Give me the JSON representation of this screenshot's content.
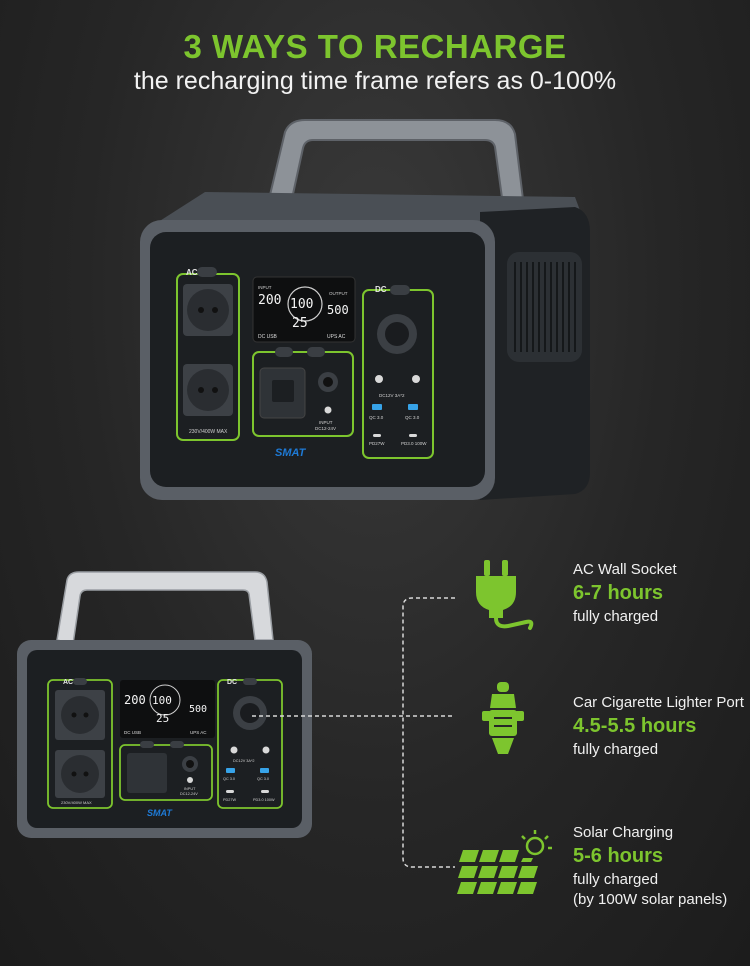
{
  "header": {
    "title": "3 WAYS TO RECHARGE",
    "subtitle": "the recharging time frame refers as 0-100%"
  },
  "device": {
    "ac_label": "AC",
    "dc_label": "DC",
    "ac_spec": "230V/400W MAX",
    "brand": "SMAT",
    "lcd": {
      "input_label": "INPUT",
      "input_value": "200",
      "percent": "100",
      "temp_value": "25",
      "output_label": "OUTPUT",
      "output_value": "500",
      "modes": "DC USB",
      "ups_ac": "UPS AC"
    },
    "dc_output_spec": "DC12V 3A*2",
    "qc_left": "QC 3.0",
    "qc_right": "QC 3.0",
    "pd_left": "PD27W",
    "pd_right": "PD3.0 100W",
    "input_spec_1": "INPUT",
    "input_spec_2": "DC12-24V"
  },
  "methods": [
    {
      "title": "AC Wall Socket",
      "time": "6-7 hours",
      "note": "fully charged",
      "icon": "plug-icon"
    },
    {
      "title": "Car Cigarette Lighter Port",
      "time": "4.5-5.5 hours",
      "note": "fully charged",
      "icon": "car-charger-icon"
    },
    {
      "title": "Solar Charging",
      "time": "5-6 hours",
      "note": "fully charged",
      "note2": "(by 100W solar panels)",
      "icon": "solar-panel-icon"
    }
  ],
  "colors": {
    "accent": "#7dc52e",
    "background": "#262626",
    "device_body": "#3b3f44",
    "device_panel": "#202326"
  }
}
